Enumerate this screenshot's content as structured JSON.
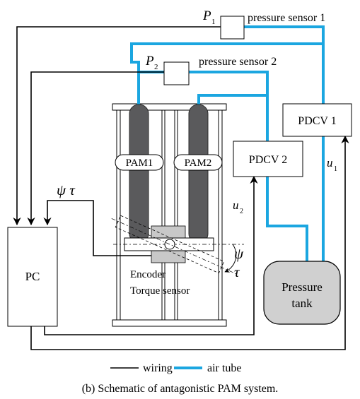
{
  "labels": {
    "p1": "P",
    "p1_sub": "1",
    "sensor1": "pressure sensor 1",
    "p2": "P",
    "p2_sub": "2",
    "sensor2": "pressure sensor 2",
    "pdcv1": "PDCV 1",
    "pdcv2": "PDCV 2",
    "pam1": "PAM1",
    "pam2": "PAM2",
    "u1": "u",
    "u1_sub": "1",
    "u2": "u",
    "u2_sub": "2",
    "psi_tau": "ψ τ",
    "psi": "ψ",
    "tau": "τ",
    "pc": "PC",
    "encoder": "Encoder",
    "torque_sensor": "Torque sensor",
    "tank_line1": "Pressure",
    "tank_line2": "tank"
  },
  "legend": {
    "wiring": "wiring",
    "air_tube": "air tube"
  },
  "caption": "(b) Schematic of antagonistic PAM system.",
  "colors": {
    "air_tube": "#1ba6e0",
    "wiring": "#000000",
    "pam_fill": "#5a5a5c",
    "tank_fill": "#d0d0d0",
    "block_fill": "#c8c8c8"
  }
}
